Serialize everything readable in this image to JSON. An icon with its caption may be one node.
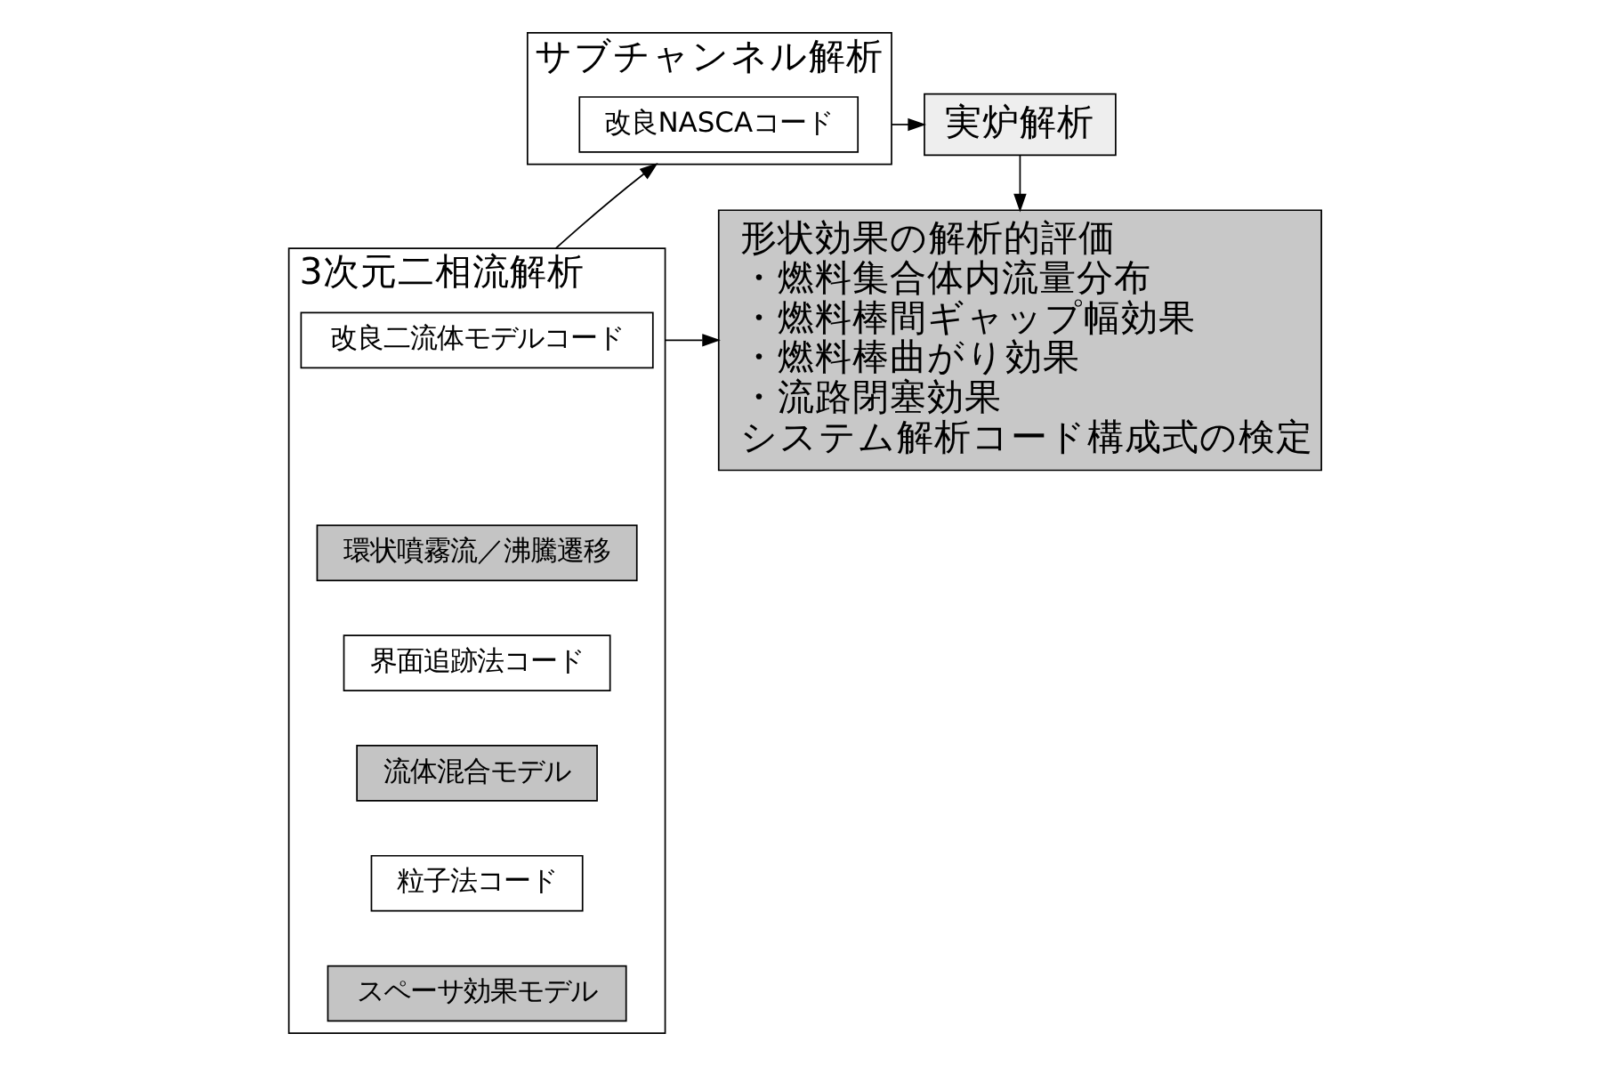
{
  "diagram": {
    "nodes": [
      {
        "text": [
          "サブチャンネル解析"
        ]
      },
      {
        "text": [
          "改良NASCAコード"
        ],
        "in": 0
      },
      {
        "text": [
          "実炉解析"
        ]
      },
      {
        "text": [
          "3次元二相流解析"
        ]
      },
      {
        "text": [
          "改良二流体モデルコード"
        ],
        "in": 3
      },
      {
        "text": [
          "環状噴霧流／沸騰遷移"
        ],
        "in": 3
      },
      {
        "text": [
          "界面追跡法コード"
        ],
        "in": 3
      },
      {
        "text": [
          "流体混合モデル"
        ],
        "in": 3
      },
      {
        "text": [
          "粒子法コード"
        ],
        "in": 3
      },
      {
        "text": [
          "スペーサ効果モデル"
        ],
        "in": 3
      },
      {
        "text": [
          "形状効果の解析的評価",
          "・燃料集合体内流量分布",
          "・燃料棒間ギャップ幅効果",
          "・燃料棒曲がり効果",
          "・流路閉塞効果",
          "システム解析コード構成式の検定"
        ]
      }
    ],
    "edges": [
      {
        "from": 0,
        "to": 2,
        "arrow": "to"
      },
      {
        "from": 2,
        "to": 10,
        "arrow": "to"
      },
      {
        "from": 3,
        "to": 10,
        "arrow": "to"
      },
      {
        "from": 3,
        "to": 0,
        "arrow": "to"
      }
    ]
  }
}
